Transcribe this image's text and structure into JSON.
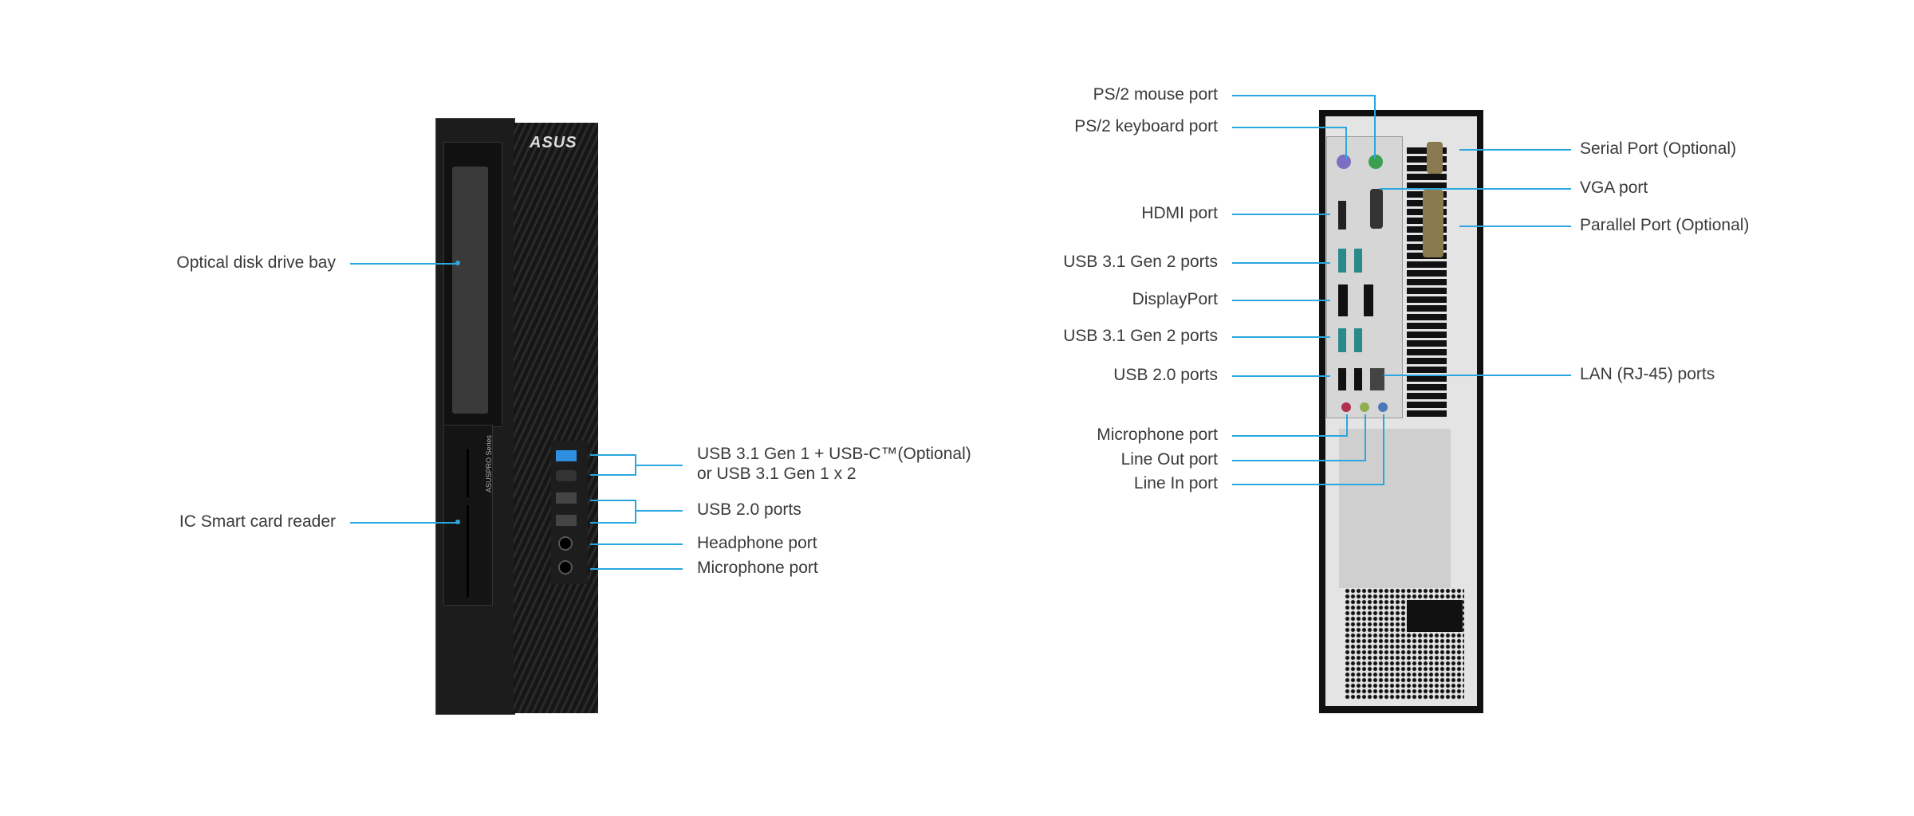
{
  "front": {
    "brand": "ASUS",
    "series": "ASUSPRO Series",
    "labels": {
      "odd": "Optical disk drive bay",
      "card": "IC Smart card reader",
      "usb31_line1": "USB 3.1 Gen 1 + USB-C™(Optional)",
      "usb31_line2": "or USB 3.1 Gen 1 x 2",
      "usb20": "USB 2.0 ports",
      "headphone": "Headphone port",
      "mic": "Microphone port"
    }
  },
  "back": {
    "labels": {
      "ps2_mouse": "PS/2 mouse port",
      "ps2_kb": "PS/2 keyboard port",
      "hdmi": "HDMI port",
      "usb31a": "USB 3.1 Gen 2 ports",
      "dp": "DisplayPort",
      "usb31b": "USB 3.1 Gen 2 ports",
      "usb20": "USB 2.0 ports",
      "mic": "Microphone port",
      "lineout": "Line Out port",
      "linein": "Line In port",
      "serial": "Serial Port (Optional)",
      "vga": "VGA port",
      "parallel": "Parallel Port (Optional)",
      "lan": "LAN (RJ-45) ports"
    }
  },
  "colors": {
    "leader": "#2aa7df",
    "case": "#1a1a1a",
    "io_plate": "#d9d9d9"
  }
}
